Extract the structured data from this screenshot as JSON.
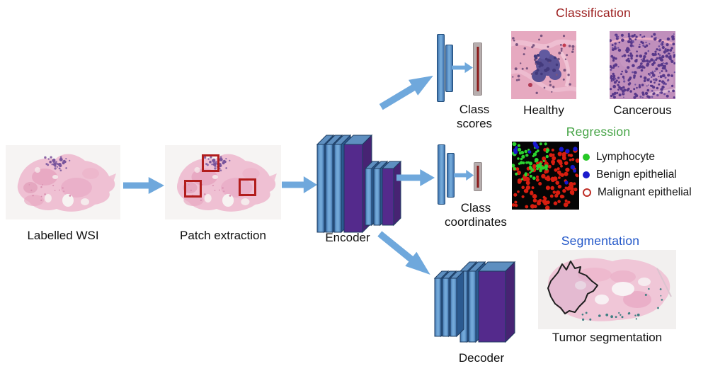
{
  "diagram": {
    "nodes": {
      "labelled_wsi": "Labelled WSI",
      "patch_extraction": "Patch extraction",
      "encoder": "Encoder",
      "decoder": "Decoder",
      "class_scores": "Class scores",
      "class_coordinates": "Class coordinates"
    },
    "branches": {
      "classification": {
        "title": "Classification",
        "color": "#9B1C1C",
        "examples": [
          {
            "label": "Healthy"
          },
          {
            "label": "Cancerous"
          }
        ]
      },
      "regression": {
        "title": "Regression",
        "color": "#44A344",
        "legend": [
          {
            "label": "Lymphocyte",
            "marker": "green-filled-dot",
            "color": "#26C826"
          },
          {
            "label": "Benign epithelial",
            "marker": "blue-filled-dot",
            "color": "#1A1ACC"
          },
          {
            "label": "Malignant epithelial",
            "marker": "red-open-circle",
            "color": "#C03028"
          }
        ]
      },
      "segmentation": {
        "title": "Segmentation",
        "color": "#2156C8",
        "caption": "Tumor segmentation"
      }
    },
    "accent_colors": {
      "arrow_blue": "#6FA8DC",
      "layer_blue": "#4D82BD",
      "layer_purple": "#542B87",
      "patch_box_red": "#B21D1D",
      "output_line_red": "#8B1A1A"
    }
  }
}
